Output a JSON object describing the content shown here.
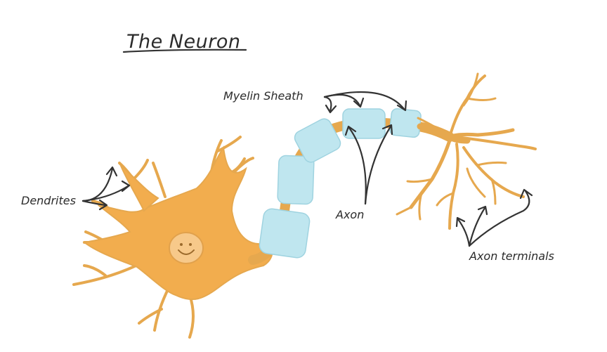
{
  "diagram": {
    "title": "The Neuron",
    "labels": {
      "dendrites": "Dendrites",
      "myelin_sheath": "Myelin Sheath",
      "axon": "Axon",
      "axon_terminals": "Axon terminals"
    },
    "colors": {
      "cell": "#f2ad4e",
      "cell_stroke": "#e6a84e",
      "myelin": "#bfe6ef",
      "nucleus": "#f7c98a",
      "ink": "#2b2b2b"
    }
  }
}
